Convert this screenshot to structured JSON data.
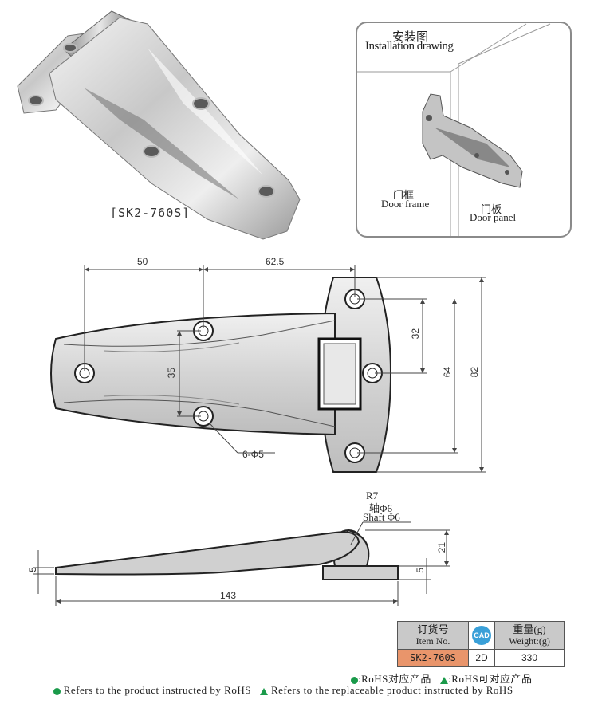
{
  "product": {
    "model_label": "[SK2-760S]"
  },
  "installation": {
    "title_cn": "安装图",
    "title_en": "Installation drawing",
    "door_frame_cn": "门框",
    "door_frame_en": "Door frame",
    "door_panel_cn": "门板",
    "door_panel_en": "Door panel"
  },
  "top_view": {
    "dim_50": "50",
    "dim_62_5": "62.5",
    "dim_32": "32",
    "dim_64": "64",
    "dim_82": "82",
    "dim_35": "35",
    "holes_label": "6-Φ5"
  },
  "side_view": {
    "radius_label": "R7",
    "shaft_cn": "轴Φ6",
    "shaft_en": "Shaft Φ6",
    "dim_21": "21",
    "dim_5_right": "5",
    "dim_5_left": "5",
    "dim_143": "143"
  },
  "spec_table": {
    "item_no_cn": "订货号",
    "item_no_en": "Item No.",
    "cad_label": "CAD",
    "weight_cn": "重量(g)",
    "weight_en": "Weight:(g)",
    "item_no": "SK2-760S",
    "cad_value": "2D",
    "weight": "330"
  },
  "legend": {
    "rohs_cn": ":RoHS对应产品",
    "rohs_replaceable_cn": ":RoHS可对应产品",
    "rohs_en": "Refers to the product instructed by RoHS",
    "rohs_replaceable_en": "Refers to the replaceable product instructed by RoHS"
  },
  "colors": {
    "rohs_green": "#1a9a4a",
    "header_gray": "#c9c9c9",
    "item_cell_orange": "#e9956b",
    "cad_blue": "#3aa0d8"
  }
}
